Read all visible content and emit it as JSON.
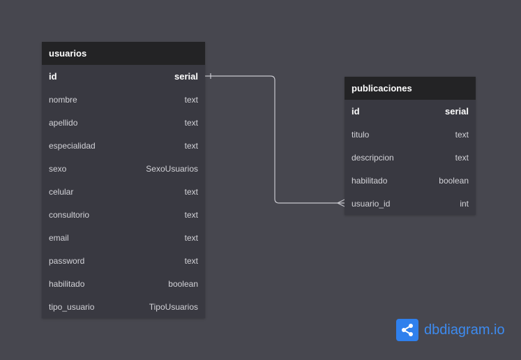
{
  "tables": [
    {
      "name": "usuarios",
      "fields": [
        {
          "name": "id",
          "type": "serial",
          "pk": true
        },
        {
          "name": "nombre",
          "type": "text"
        },
        {
          "name": "apellido",
          "type": "text"
        },
        {
          "name": "especialidad",
          "type": "text"
        },
        {
          "name": "sexo",
          "type": "SexoUsuarios"
        },
        {
          "name": "celular",
          "type": "text"
        },
        {
          "name": "consultorio",
          "type": "text"
        },
        {
          "name": "email",
          "type": "text"
        },
        {
          "name": "password",
          "type": "text"
        },
        {
          "name": "habilitado",
          "type": "boolean"
        },
        {
          "name": "tipo_usuario",
          "type": "TipoUsuarios"
        }
      ]
    },
    {
      "name": "publicaciones",
      "fields": [
        {
          "name": "id",
          "type": "serial",
          "pk": true
        },
        {
          "name": "titulo",
          "type": "text"
        },
        {
          "name": "descripcion",
          "type": "text"
        },
        {
          "name": "habilitado",
          "type": "boolean"
        },
        {
          "name": "usuario_id",
          "type": "int"
        }
      ]
    }
  ],
  "relationship": {
    "from": "usuarios.id",
    "to": "publicaciones.usuario_id",
    "cardinality": "one-to-many"
  },
  "brand": {
    "name": "dbdiagram.io",
    "icon": "share-nodes-icon"
  },
  "colors": {
    "background": "#47474f",
    "table_header": "#232325",
    "table_body": "#393941",
    "brand": "#3d8bf0"
  }
}
